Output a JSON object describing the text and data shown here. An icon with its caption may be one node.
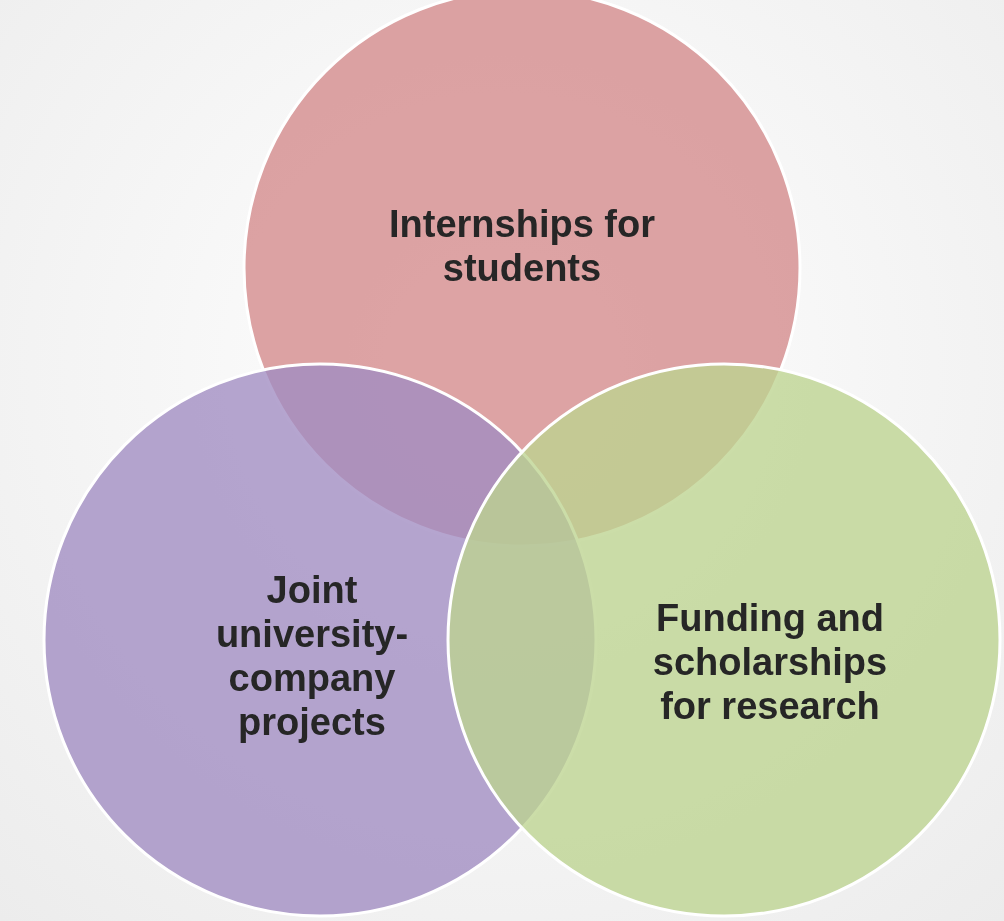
{
  "diagram": {
    "nodes": [
      {
        "text": [
          "Internships for students"
        ]
      },
      {
        "text": [
          "Joint university-company projects"
        ]
      },
      {
        "text": [
          "Funding and scholarships for research"
        ]
      }
    ]
  }
}
